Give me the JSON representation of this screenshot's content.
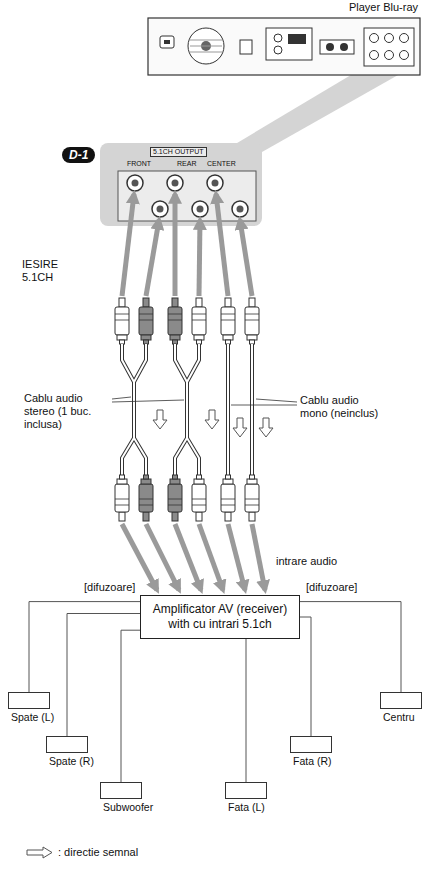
{
  "diagram": {
    "nodes": [
      {
        "text": [
          "Player Blu-ray"
        ]
      },
      {
        "text": [
          "Amplificator AV (receiver) with cu intrari 5.1ch"
        ]
      },
      {
        "text": [
          "Spate (L)"
        ]
      },
      {
        "text": [
          "Centru"
        ]
      },
      {
        "text": [
          "Spate (R)"
        ]
      },
      {
        "text": [
          "Fata (R)"
        ]
      },
      {
        "text": [
          "Subwoofer"
        ]
      },
      {
        "text": [
          "Fata (L)"
        ]
      }
    ],
    "edges": [
      {
        "from": 1,
        "to": 2,
        "arrow": "none"
      },
      {
        "from": 1,
        "to": 3,
        "arrow": "none"
      },
      {
        "from": 1,
        "to": 4,
        "arrow": "none"
      },
      {
        "from": 1,
        "to": 5,
        "arrow": "none"
      },
      {
        "from": 1,
        "to": 6,
        "arrow": "none"
      },
      {
        "from": 1,
        "to": 7,
        "arrow": "none"
      }
    ],
    "labels": [
      "D-1",
      "5.1CH OUTPUT",
      "FRONT",
      "REAR",
      "CENTER",
      "IESIRE 5.1CH",
      "Cablu audio stereo (1 buc. inclusa)",
      "Cablu audio mono (neinclus)",
      "intrare audio",
      "[difuzoare]",
      "[difuzoare]"
    ],
    "legend": [
      {
        "text": ": directie semnal"
      }
    ]
  }
}
